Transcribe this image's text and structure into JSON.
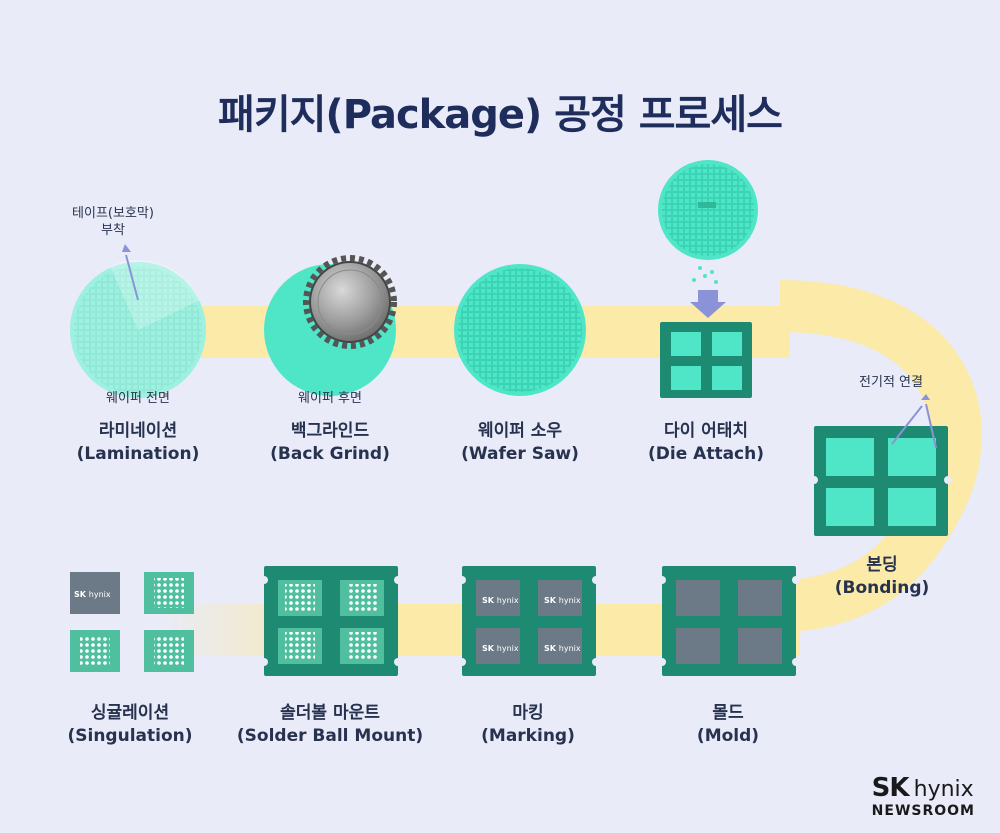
{
  "title": "패키지(Package) 공정 프로세스",
  "steps": {
    "lamination": {
      "ko": "라미네이션",
      "en": "(Lamination)",
      "note_top": "테이프(보호막)",
      "note_top2": "부착",
      "note_bottom": "웨이퍼 전면"
    },
    "backgrind": {
      "ko": "백그라인드",
      "en": "(Back Grind)",
      "note_bottom": "웨이퍼 후면"
    },
    "wafersaw": {
      "ko": "웨이퍼 소우",
      "en": "(Wafer Saw)"
    },
    "dieattach": {
      "ko": "다이 어태치",
      "en": "(Die Attach)"
    },
    "bonding": {
      "ko": "본딩",
      "en": "(Bonding)",
      "note_top": "전기적 연결"
    },
    "mold": {
      "ko": "몰드",
      "en": "(Mold)"
    },
    "marking": {
      "ko": "마킹",
      "en": "(Marking)"
    },
    "solderball": {
      "ko": "솔더볼 마운트",
      "en": "(Solder Ball Mount)"
    },
    "singulation": {
      "ko": "싱귤레이션",
      "en": "(Singulation)"
    }
  },
  "chip_logo": {
    "sk": "SK",
    "hynix": "hynix"
  },
  "brand": {
    "sk": "SK",
    "hynix": "hynix",
    "newsroom": "NEWSROOM"
  },
  "colors": {
    "background": "#e9ebf8",
    "path": "#fbeaa8",
    "teal": "#4fe6c8",
    "board": "#1f8a72",
    "chip_gray": "#6b7a86",
    "title": "#1f2d5c"
  }
}
